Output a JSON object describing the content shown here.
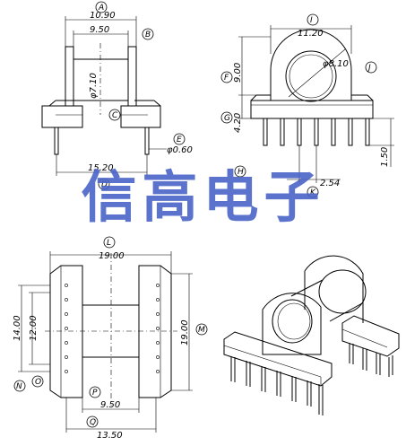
{
  "dimensions": {
    "top_width": "10.90",
    "inner_width": "9.50",
    "core_dia": "φ7.10",
    "pin_dia": "φ0.60",
    "base_width": "15.20",
    "side_width": "11.20",
    "height_upper": "9.00",
    "height_base": "4.20",
    "hole_dia": "φ8.10",
    "pin_length": "1.50",
    "pin_pitch": "2.54",
    "bottom_width": "19.00",
    "row_span_outer": "14.00",
    "row_span_inner": "12.00",
    "overall_depth": "19.00",
    "bottom_inner": "9.50",
    "bottom_outer": "13.50"
  },
  "labels": {
    "A": "A",
    "B": "B",
    "C": "C",
    "D": "D",
    "E": "E",
    "F": "F",
    "G": "G",
    "H": "H",
    "I": "I",
    "J": "J",
    "K": "K",
    "L": "L",
    "M": "M",
    "N": "N",
    "O": "O",
    "P": "P",
    "Q": "Q"
  },
  "watermark": "信高电子"
}
